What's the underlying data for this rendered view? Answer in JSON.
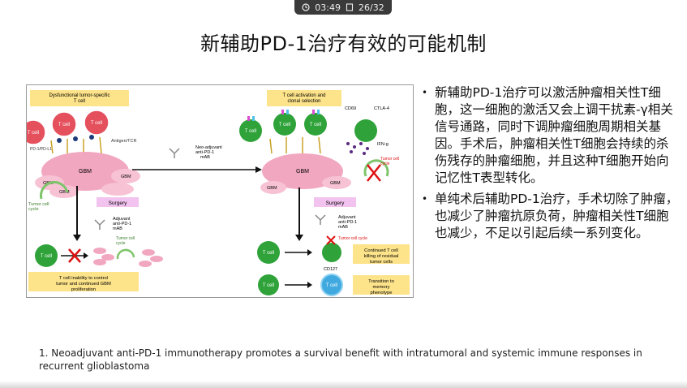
{
  "player": {
    "time": "03:49",
    "page": "26/32"
  },
  "slide": {
    "title": "新辅助PD-1治疗有效的可能机制",
    "bullets": [
      "新辅助PD-1治疗可以激活肿瘤相关性T细胞，这一细胞的激活又会上调干扰素-γ相关信号通路，同时下调肿瘤细胞周期相关基因。手术后，肿瘤相关性T细胞会持续的杀伤残存的肿瘤细胞，并且这种T细胞开始向记忆性T表型转化。",
      "单纯术后辅助PD-1治疗，手术切除了肿瘤，也减少了肿瘤抗原负荷，肿瘤相关性T细胞也减少，不足以引起后续一系列变化。"
    ],
    "footnote": "1.  Neoadjuvant anti-PD-1 immunotherapy promotes a survival benefit with intratumoral and systemic immune responses in recurrent glioblastoma"
  },
  "figure": {
    "left_header": "Dysfunctional tumor-specific T cell",
    "right_header": "T cell activation and clonal selection",
    "t_cell": "T cell",
    "gbm": "GBM",
    "surgery": "Surgery",
    "tumor_cell_cycle": "Tumor cell cycle",
    "pd1_label": "PD-1/PD-L1",
    "antigen_label": "Antigen/TCR",
    "neo_label": "Neo-adjuvant anti-PD-1 mAB",
    "adjuvant_label": "Adjuvant anti-PD-1 mAB",
    "ifn_label": "IFN-g",
    "cd69": "CD69",
    "ctla4": "CTLA-4",
    "cd127": "CD127",
    "left_result": "T cell inability to control tumor and continued GBM proliferation",
    "right_result1": "Continued T cell killing of residual tumor cells",
    "right_result2": "Transition to memory phenotype"
  },
  "colors": {
    "gbm_pink": "#f2a7c0",
    "tcell_red": "#e5505d",
    "tcell_green": "#2fa33a",
    "tcell_blue": "#3fa9e0",
    "label_yellow": "#fde38a",
    "surgery_purple": "#f3c3f0"
  }
}
